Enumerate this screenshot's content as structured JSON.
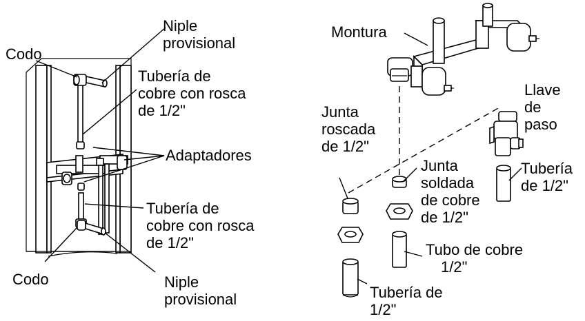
{
  "left_diagram": {
    "label_codo_top": "Codo",
    "label_niple_top": [
      "Niple",
      "provisional"
    ],
    "label_tuberia_top": [
      "Tubería de",
      "cobre con rosca",
      "de 1/2\""
    ],
    "label_adaptadores": "Adaptadores",
    "label_tuberia_bottom": [
      "Tubería de",
      "cobre con rosca",
      "de 1/2\""
    ],
    "label_codo_bottom": "Codo",
    "label_niple_bottom": [
      "Niple",
      "provisional"
    ]
  },
  "right_diagram": {
    "label_montura": "Montura",
    "label_llave": [
      "Llave",
      "de",
      "paso"
    ],
    "label_junta_roscada": [
      "Junta",
      "roscada",
      "de 1/2\""
    ],
    "label_junta_soldada": [
      "Junta",
      "soldada",
      "de cobre",
      "de 1/2\""
    ],
    "label_tuberia_right": [
      "Tubería",
      "de 1/2\""
    ],
    "label_tubo_cobre": [
      "Tubo de cobre",
      "1/2\""
    ],
    "label_tuberia_bottom": [
      "Tubería de",
      "1/2\""
    ]
  }
}
